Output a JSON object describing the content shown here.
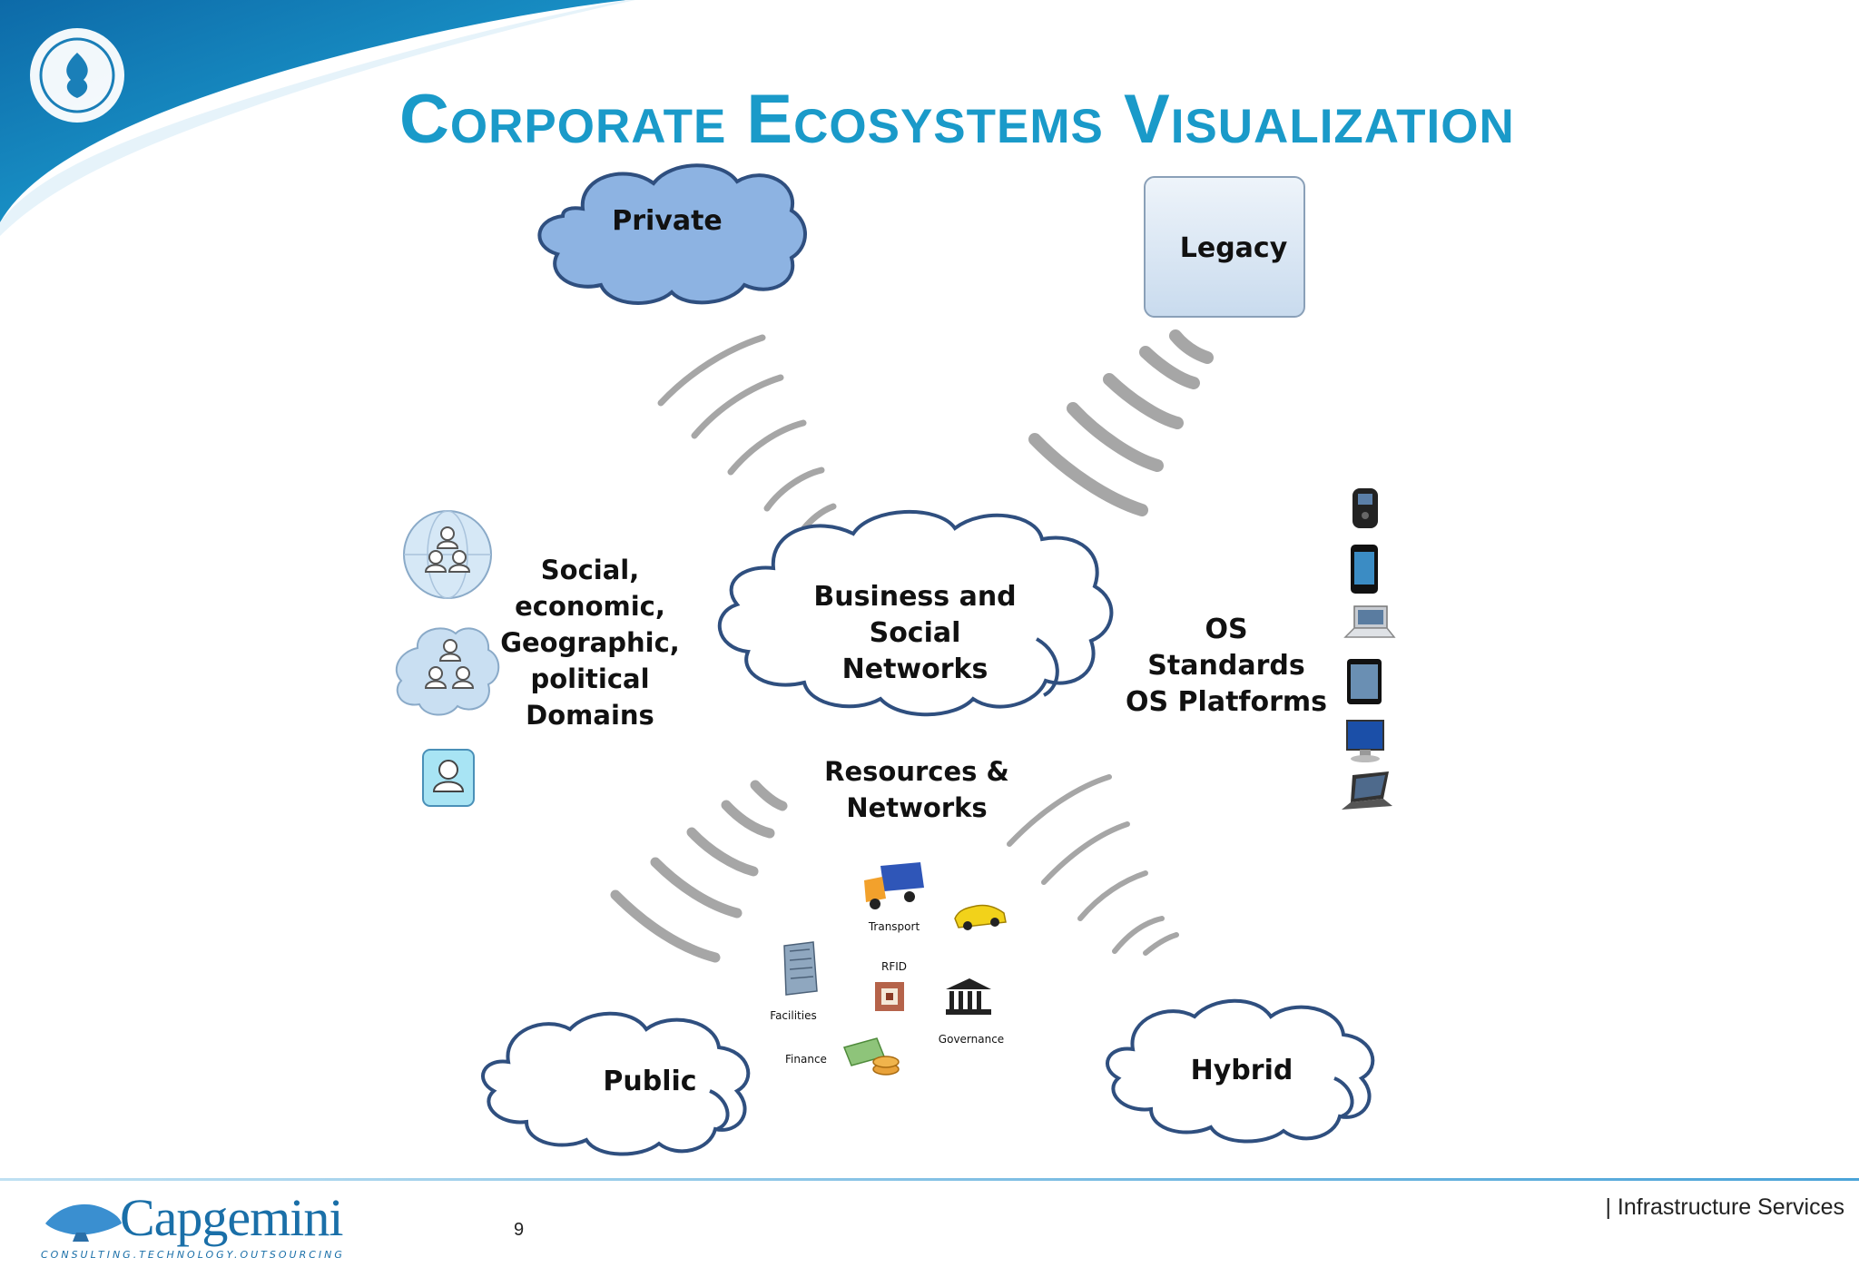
{
  "slide": {
    "title": "Corporate Ecosystems Visualization",
    "page_number": "9",
    "footer": "| Infrastructure Services",
    "logo": {
      "name": "Capgemini",
      "tagline": "CONSULTING.TECHNOLOGY.OUTSOURCING"
    }
  },
  "nodes": {
    "private": "Private",
    "legacy": "Legacy",
    "public": "Public",
    "hybrid": "Hybrid",
    "center": [
      "Business and",
      "Social",
      "Networks"
    ],
    "domains": [
      "Social,",
      "economic,",
      "Geographic,",
      "political",
      "Domains"
    ],
    "os": [
      "OS Standards",
      "OS Platforms"
    ],
    "resources": [
      "Resources &",
      "Networks"
    ]
  },
  "resources_items": {
    "transport": "Transport",
    "rfid": "RFID",
    "facilities": "Facilities",
    "governance": "Governance",
    "finance": "Finance"
  },
  "colors": {
    "title": "#1a9ac9",
    "cloud_outline": "#2f4f7f",
    "private_fill": "#8db3e2",
    "legacy_fill": "#dce8f4",
    "wave": "#a6a6a6",
    "footer_line": "#4aa3d8"
  },
  "icons": [
    "globe-group-icon",
    "cloud-group-icon",
    "user-icon",
    "blackberry-icon",
    "iphone-icon",
    "netbook-icon",
    "ipad-icon",
    "monitor-icon",
    "laptop-icon",
    "truck-icon",
    "car-icon",
    "building-icon",
    "rfid-chip-icon",
    "bank-icon",
    "money-icon"
  ]
}
